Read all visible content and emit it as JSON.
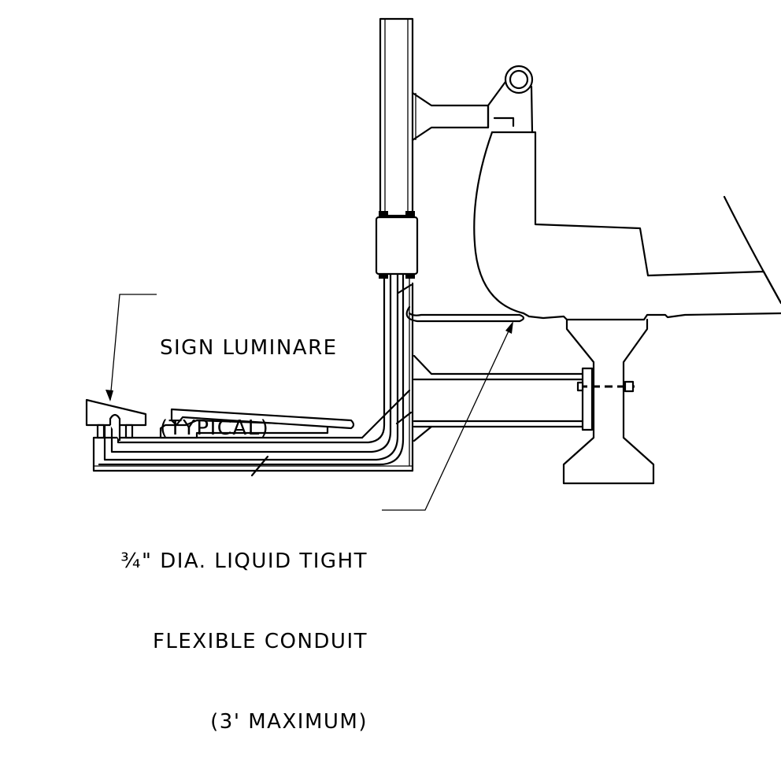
{
  "callouts": {
    "sign_luminaire": {
      "line1": "SIGN LUMINARE",
      "line2": "(TYPICAL)"
    },
    "conduit": {
      "line1": "¾\" DIA. LIQUID TIGHT",
      "line2": "FLEXIBLE CONDUIT",
      "line3": "(3' MAXIMUM)"
    }
  },
  "colors": {
    "ink": "#000000",
    "paper": "#ffffff"
  }
}
